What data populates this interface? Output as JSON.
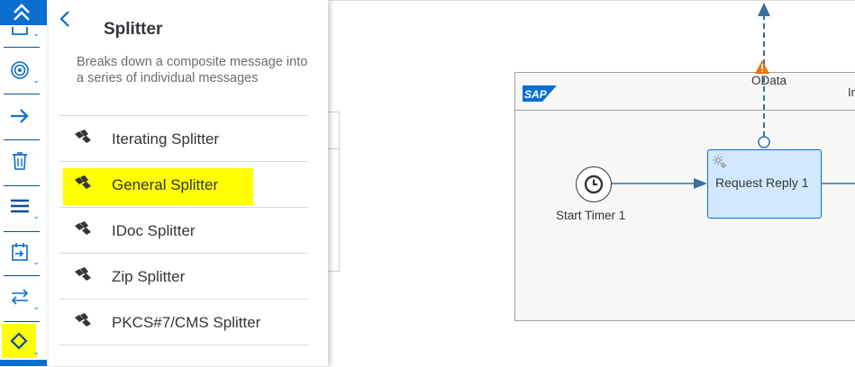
{
  "popover": {
    "title": "Splitter",
    "description": "Breaks down a composite message into a series of individual messages",
    "items": [
      {
        "label": "Iterating Splitter",
        "highlighted": false
      },
      {
        "label": "General Splitter",
        "highlighted": true
      },
      {
        "label": "IDoc Splitter",
        "highlighted": false
      },
      {
        "label": "Zip Splitter",
        "highlighted": false
      },
      {
        "label": "PKCS#7/CMS Splitter",
        "highlighted": false
      }
    ]
  },
  "palette": {
    "icons": [
      "collapse-up-icon",
      "participants-icon",
      "events-icon",
      "connector-arrow-icon",
      "delete-icon",
      "list-menu-icon",
      "process-call-icon",
      "message-transformer-icon",
      "routing-diamond-icon"
    ],
    "active_item": "routing-diamond-icon"
  },
  "canvas": {
    "pool_brand": "SAP",
    "pool_title_truncated": "In",
    "odata_label": "OData",
    "start_timer_label": "Start Timer 1",
    "request_reply_label": "Request Reply 1"
  },
  "colors": {
    "accent": "#0a6ed1",
    "highlight": "#ffff00",
    "task_fill": "#d1e8ff",
    "warning": "#e9730c"
  }
}
